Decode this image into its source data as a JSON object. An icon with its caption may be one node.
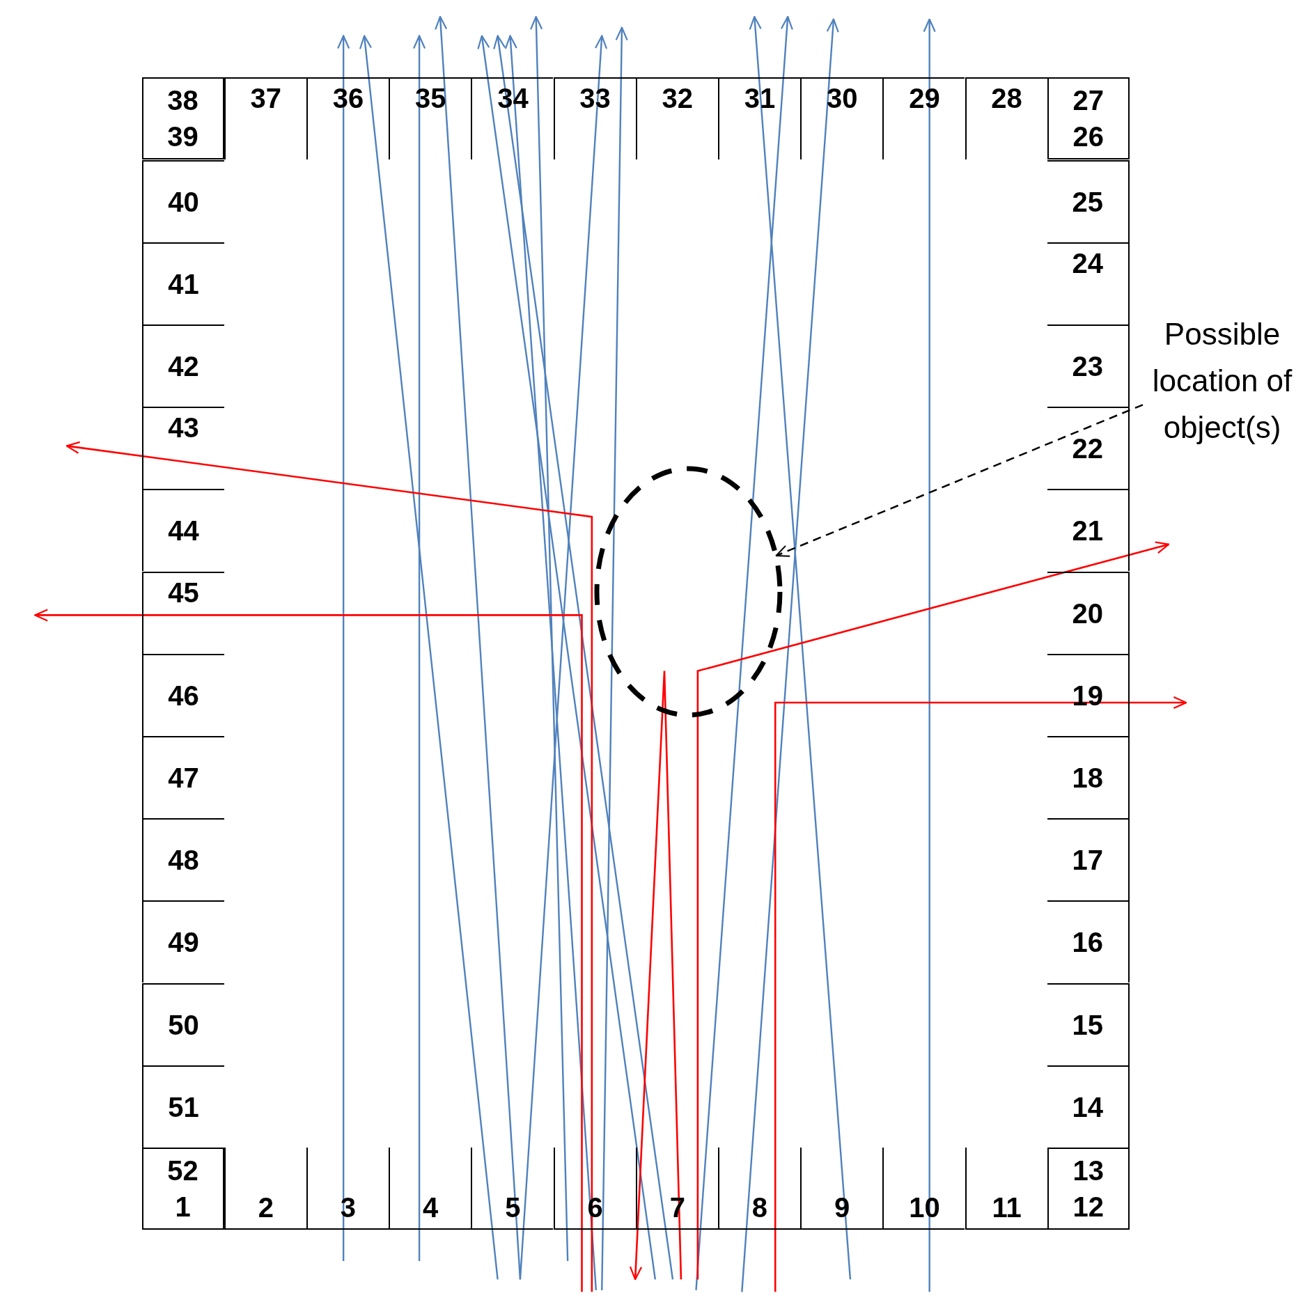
{
  "diagram": {
    "nodes": [
      {
        "text": [
          "38",
          "39"
        ]
      },
      {
        "text": [
          "37"
        ]
      },
      {
        "text": [
          "36"
        ]
      },
      {
        "text": [
          "35"
        ]
      },
      {
        "text": [
          "34"
        ]
      },
      {
        "text": [
          "33"
        ]
      },
      {
        "text": [
          "32"
        ]
      },
      {
        "text": [
          "31"
        ]
      },
      {
        "text": [
          "30"
        ]
      },
      {
        "text": [
          "29"
        ]
      },
      {
        "text": [
          "28"
        ]
      },
      {
        "text": [
          "27",
          "26"
        ]
      },
      {
        "text": [
          "40"
        ]
      },
      {
        "text": [
          "25"
        ]
      },
      {
        "text": [
          "41"
        ]
      },
      {
        "text": [
          "24"
        ]
      },
      {
        "text": [
          "42"
        ]
      },
      {
        "text": [
          "23"
        ]
      },
      {
        "text": [
          "43"
        ]
      },
      {
        "text": [
          "22"
        ]
      },
      {
        "text": [
          "44"
        ]
      },
      {
        "text": [
          "21"
        ]
      },
      {
        "text": [
          "45"
        ]
      },
      {
        "text": [
          "20"
        ]
      },
      {
        "text": [
          "46"
        ]
      },
      {
        "text": [
          "19"
        ]
      },
      {
        "text": [
          "47"
        ]
      },
      {
        "text": [
          "18"
        ]
      },
      {
        "text": [
          "48"
        ]
      },
      {
        "text": [
          "17"
        ]
      },
      {
        "text": [
          "49"
        ]
      },
      {
        "text": [
          "16"
        ]
      },
      {
        "text": [
          "50"
        ]
      },
      {
        "text": [
          "15"
        ]
      },
      {
        "text": [
          "51"
        ]
      },
      {
        "text": [
          "14"
        ]
      },
      {
        "text": [
          "52",
          "1"
        ]
      },
      {
        "text": [
          "2"
        ]
      },
      {
        "text": [
          "3"
        ]
      },
      {
        "text": [
          "4"
        ]
      },
      {
        "text": [
          "5"
        ]
      },
      {
        "text": [
          "6"
        ]
      },
      {
        "text": [
          "7"
        ]
      },
      {
        "text": [
          "8"
        ]
      },
      {
        "text": [
          "9"
        ]
      },
      {
        "text": [
          "10"
        ]
      },
      {
        "text": [
          "11"
        ]
      },
      {
        "text": [
          "13",
          "12"
        ]
      },
      {
        "text": [
          "Possible location of object(s)"
        ]
      },
      {
        "text": [],
        "shape": "circle"
      }
    ],
    "edges": [
      {
        "from": 48,
        "to": 49,
        "arrow": "to",
        "style": "dashed"
      }
    ]
  }
}
